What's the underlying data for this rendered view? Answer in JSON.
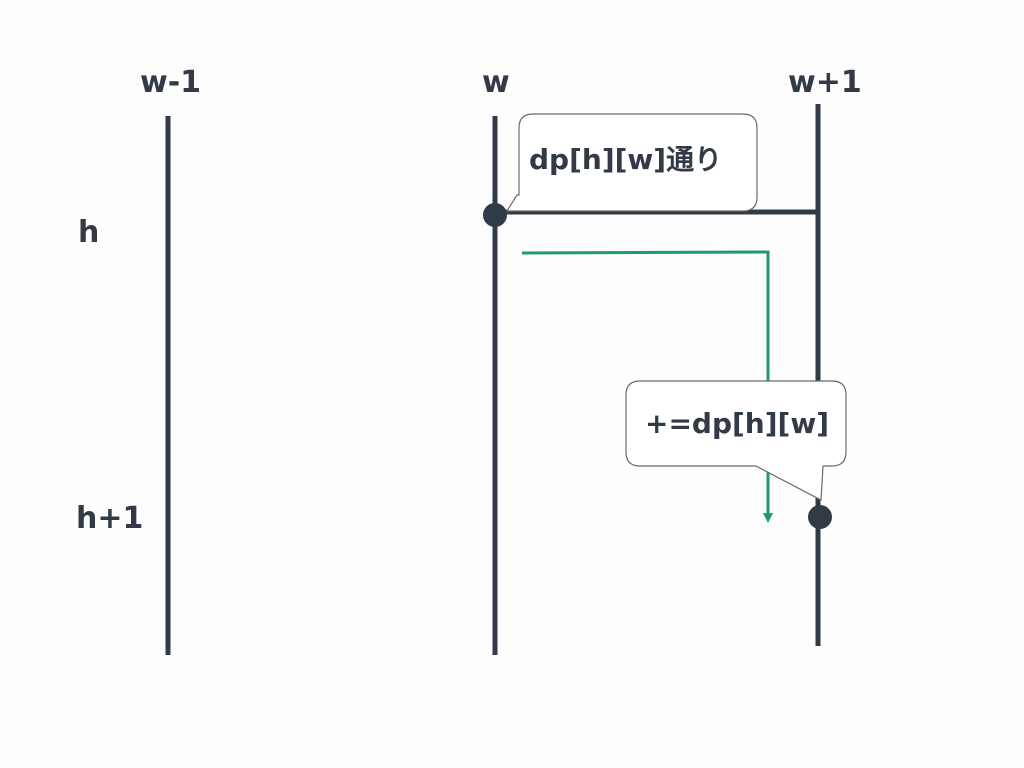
{
  "columns": {
    "w_minus_1": "w-1",
    "w": "w",
    "w_plus_1": "w+1"
  },
  "rows": {
    "h": "h",
    "h_plus_1": "h+1"
  },
  "callouts": {
    "top": "dp[h][w]通り",
    "bottom": "+=dp[h][w]"
  },
  "colors": {
    "line": "#323a48",
    "path": "#1f9a6c",
    "background": "#fdfdfd",
    "callout_border": "#6b6b6b"
  }
}
